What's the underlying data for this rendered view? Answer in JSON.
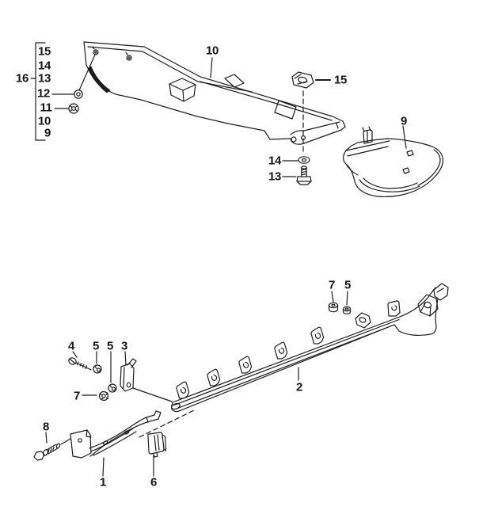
{
  "figure": {
    "background_color": "#ffffff",
    "line_color": "#1c1c1c"
  },
  "parts_list": {
    "group_label": "16",
    "items": [
      "15",
      "14",
      "13",
      "12",
      "11",
      "10",
      "9"
    ]
  },
  "callouts": {
    "panel": "10",
    "clip_top": "15",
    "washer_top": "14",
    "screw_top": "13",
    "cover": "9",
    "nut_upper_right": "7",
    "washer_upper_right": "5",
    "sill_strip": "2",
    "screw_left": "4",
    "washer_left_a": "5",
    "washer_left_b": "5",
    "bracket": "3",
    "nut_left": "7",
    "expansion_rivet": "8",
    "support": "1",
    "clip_lower": "6"
  }
}
